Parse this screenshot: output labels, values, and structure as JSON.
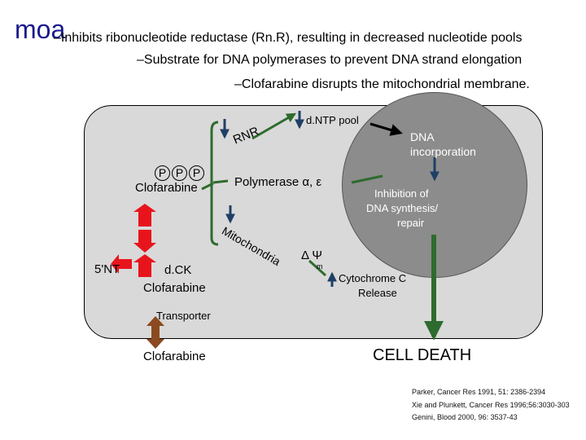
{
  "moa": "moa",
  "bullets": [
    "–Inhibits ribonucleotide reductase (Rn.R), resulting in decreased nucleotide pools",
    "–Substrate for DNA polymerases to prevent DNA strand elongation",
    "–Clofarabine disrupts the mitochondrial membrane."
  ],
  "labels": {
    "rnr": "RNR",
    "dntp_pool": "d.NTP pool",
    "dna_incorporation_1": "DNA",
    "dna_incorporation_2": "incorporation",
    "polymerase": "Polymerase α, ε",
    "inhibition_1": "Inhibition of",
    "inhibition_2": "DNA synthesis/",
    "inhibition_3": "repair",
    "mitochondria": "Mitochondria",
    "delta_psi": "Δ Ψ",
    "psi_sub": "m",
    "p": "P",
    "clofarabine_p": "Clofarabine",
    "five_nt": "5'NT",
    "dck": "d.CK",
    "clofarabine_dck": "Clofarabine",
    "cytochrome_1": "Cytochrome C",
    "cytochrome_2": "Release",
    "transporter": "Transporter",
    "clofarabine_out": "Clofarabine",
    "cell_death": "CELL DEATH"
  },
  "references": [
    "Parker, Cancer Res 1991, 51: 2386-2394",
    "Xie and  Plunkett, Cancer Res 1996;56:3030-303",
    "Genini, Blood  2000, 96: 3537-43"
  ],
  "colors": {
    "title": "#1a1a8c",
    "cell": "#d9d9d9",
    "nucleus": "#8c8c8c",
    "arrow_red": "#e8141c",
    "arrow_green": "#2e6b2e",
    "arrow_blue": "#1f3f66",
    "transporter": "#8b4a1f"
  }
}
